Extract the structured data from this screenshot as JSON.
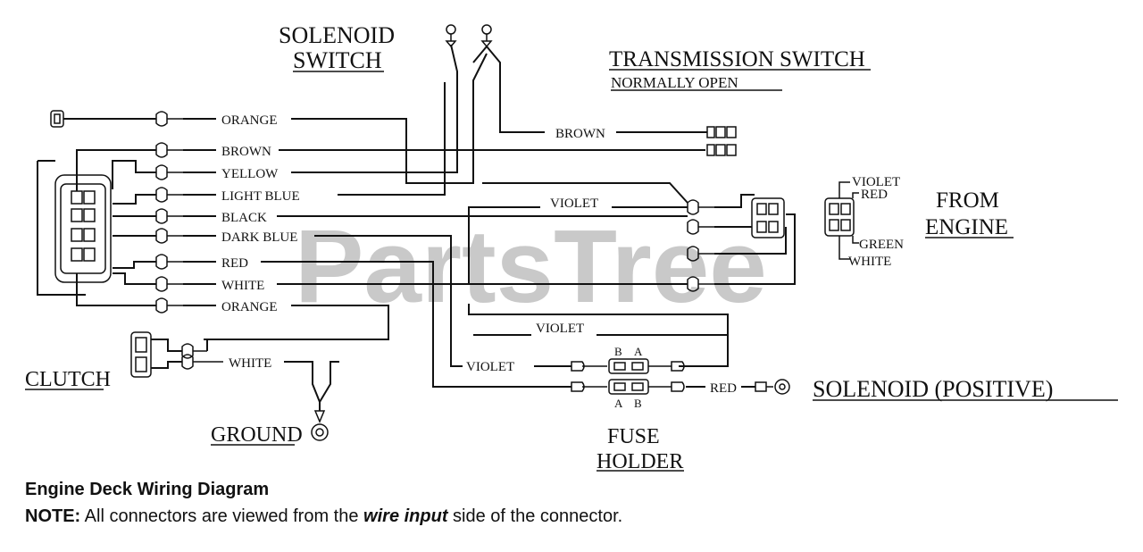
{
  "labels": {
    "solenoid_switch_line1": "SOLENOID",
    "solenoid_switch_line2": "SWITCH",
    "transmission_switch": "TRANSMISSION SWITCH",
    "normally_open": "NORMALLY OPEN",
    "from_engine_line1": "FROM",
    "from_engine_line2": "ENGINE",
    "clutch": "CLUTCH",
    "ground": "GROUND",
    "fuse_holder_line1": "FUSE",
    "fuse_holder_line2": "HOLDER",
    "solenoid_positive": "SOLENOID  (POSITIVE)"
  },
  "wires": {
    "orange_top": "ORANGE",
    "brown": "BROWN",
    "yellow": "YELLOW",
    "light_blue": "LIGHT BLUE",
    "black": "BLACK",
    "dark_blue": "DARK BLUE",
    "red": "RED",
    "white": "WHITE",
    "orange_bottom": "ORANGE",
    "clutch_white": "WHITE",
    "transmission_brown": "BROWN",
    "violet_upper": "VIOLET",
    "violet_middle": "VIOLET",
    "violet_lower": "VIOLET",
    "fuse_red": "RED"
  },
  "engine_connector": {
    "violet": "VIOLET",
    "red": "RED",
    "green": "GREEN",
    "white": "WHITE"
  },
  "fuse_marks": {
    "top_b": "B",
    "top_a": "A",
    "bottom_a": "A",
    "bottom_b": "B"
  },
  "watermark": "PartsTree",
  "caption": {
    "title": "Engine Deck Wiring Diagram",
    "note_prefix": "NOTE:",
    "note_text_1": " All connectors are viewed from the ",
    "note_emphasis": "wire input",
    "note_text_2": " side of the connector."
  }
}
